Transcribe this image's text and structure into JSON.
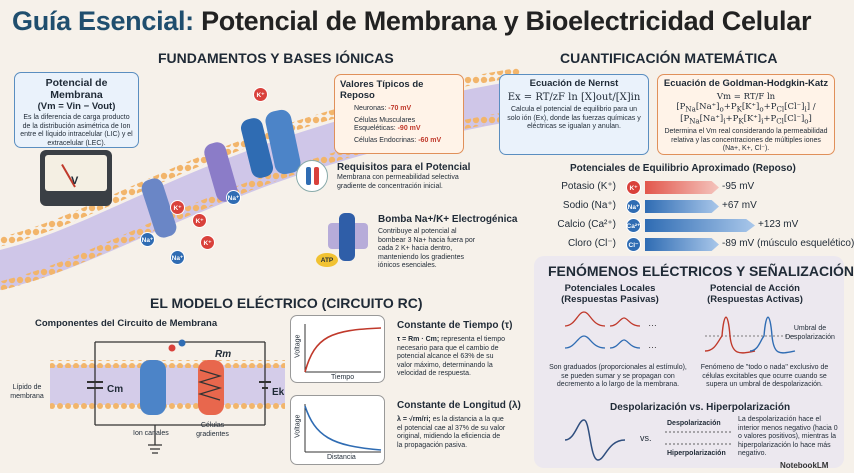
{
  "title": {
    "highlight": "Guía Esencial:",
    "rest": " Potencial de Membrana y Bioelectricidad Celular"
  },
  "fundamentals": {
    "header": "FUNDAMENTOS Y BASES IÓNICAS",
    "membrane_potential": {
      "title": "Potencial de Membrana",
      "formula": "(Vm = Vin − Vout)",
      "desc": "Es la diferencia de carga producto de la distribución asimétrica de Ion entre el líquido intracelular (LIC) y el extracelular (LEC)."
    },
    "resting_values": {
      "title": "Valores Típicos de Reposo",
      "items": [
        {
          "label": "Neuronas:",
          "value": "-70 mV"
        },
        {
          "label": "Células Musculares Esqueléticas:",
          "value": "-90 mV"
        },
        {
          "label": "Células Endocrinas:",
          "value": "-60 mV"
        }
      ]
    },
    "requirements": {
      "title": "Requisitos para el Potencial",
      "desc": "Membrana con permeabilidad selectiva gradiente de concentración inicial."
    },
    "pump": {
      "title": "Bomba Na+/K+ Electrogénica",
      "desc": "Contribuye al potencial al bombear 3 Na+ hacia fuera por cada 2 K+ hacia dentro, manteniendo los gradientes iónicos esenciales.",
      "atp": "ATP"
    },
    "meter_label": "V",
    "ions": {
      "k": "K⁺",
      "na": "Na⁺"
    }
  },
  "math": {
    "header": "CUANTIFICACIÓN MATEMÁTICA",
    "nernst": {
      "title": "Ecuación de Nernst",
      "formula": "Ex = RT/zF ln [X]out/[X]in",
      "desc": "Calcula el potencial de equilibrio para un solo ión (Ex), donde las fuerzas químicas y eléctricas se igualan y anulan."
    },
    "ghk": {
      "title": "Ecuación de Goldman-Hodgkin-Katz",
      "desc": "Determina el Vm real considerando la permeabilidad relativa y las concentraciones de múltiples iones (Na+, K+, Cl⁻)."
    },
    "equilibrium_header": "Potenciales de Equilibrio Aproximado (Reposo)",
    "equilibrium": [
      {
        "label": "Potasio (K⁺)",
        "ion": "K⁺",
        "value": "-95 mV",
        "color": "#e2574c"
      },
      {
        "label": "Sodio (Na⁺)",
        "ion": "Na⁺",
        "value": "+67 mV",
        "color": "#2f6cb3"
      },
      {
        "label": "Calcio (Ca²⁺)",
        "ion": "Ca²⁺",
        "value": "+123 mV",
        "color": "#2f6cb3"
      },
      {
        "label": "Cloro (Cl⁻)",
        "ion": "Cl⁻",
        "value": "-89 mV (músculo esquelético)",
        "color": "#2f6cb3"
      }
    ]
  },
  "electric_model": {
    "header": "EL MODELO ELÉCTRICO (CIRCUITO RC)",
    "components_title": "Componentes del Circuito de Membrana",
    "lipid_label": "Lípido de membrana",
    "cm": "Cm",
    "rm": "Rm",
    "ek": "Ek",
    "ion_channels": "Ion canales",
    "cells": "Células gradientes",
    "time_constant": {
      "title": "Constante de Tiempo (τ)",
      "formula": "τ = Rm · Cm;",
      "desc": "representa el tiempo necesario para que el cambio de potencial alcance el 63% de su valor máximo, determinando la velocidad de respuesta.",
      "ylabel": "Voltage",
      "xlabel": "Tiempo"
    },
    "length_constant": {
      "title": "Constante de Longitud (λ)",
      "formula": "λ = √rm/ri;",
      "desc": "es la distancia a la que el potencial cae al 37% de su valor original, midiendo la eficiencia de la propagación pasiva.",
      "ylabel": "Voltage",
      "xlabel": "Distancia"
    }
  },
  "phenomena": {
    "header": "FENÓMENOS ELÉCTRICOS Y SEÑALIZACIÓN",
    "local": {
      "title": "Potenciales Locales",
      "subtitle": "(Respuestas Pasivas)",
      "desc": "Son graduados (proporcionales al estímulo), se pueden sumar y se propagan con decremento a lo largo de la membrana."
    },
    "action": {
      "title": "Potencial de Acción",
      "subtitle": "(Respuestas Activas)",
      "threshold": "Umbral de Despolarización",
      "desc": "Fenómeno de \"todo o nada\" exclusivo de células excitables que ocurre cuando se supera un umbral de despolarización."
    },
    "depol": {
      "title": "Despolarización vs. Hiperpolarización",
      "vs": "vs.",
      "depol_label": "Despolarización",
      "hyper_label": "Hiperpolarización",
      "desc": "La despolarización hace el interior menos negativo (hacia 0 o valores positivos), mientras la hiperpolarización lo hace más negativo."
    }
  },
  "brand": "NotebookLM"
}
